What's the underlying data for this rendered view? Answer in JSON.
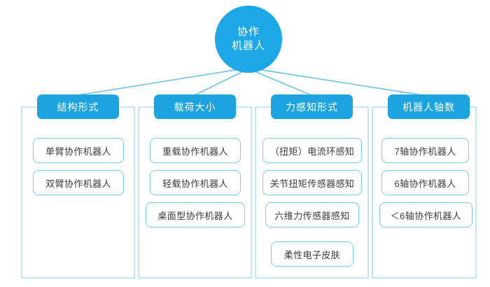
{
  "diagram": {
    "type": "mind-map",
    "root": {
      "line1": "协作",
      "line2": "机器人",
      "color": "#1ca7e6"
    },
    "header_color": "#1ca3e2",
    "item_border_color": "#79cbee",
    "line_color": "#5bbce8",
    "container_border_color": "#9ed8f0",
    "columns": [
      {
        "header": "结构形式",
        "items": [
          "单臂协作机器人",
          "双臂协作机器人"
        ]
      },
      {
        "header": "载荷大小",
        "items": [
          "重载协作机器人",
          "轻载协作机器人",
          "桌面型协作机器人"
        ]
      },
      {
        "header": "力感知形式",
        "items": [
          "（扭矩）电流环感知",
          "关节扭矩传感器感知",
          "六维力传感器感知",
          "柔性电子皮肤"
        ]
      },
      {
        "header": "机器人轴数",
        "items": [
          "7轴协作机器人",
          "6轴协作机器人",
          "＜6轴协作机器人"
        ]
      }
    ]
  }
}
